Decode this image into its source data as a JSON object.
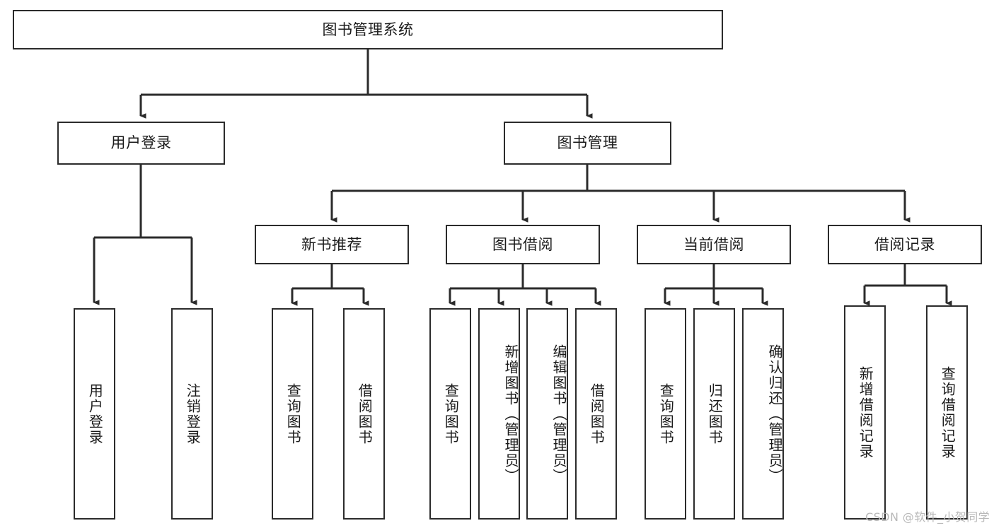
{
  "diagram": {
    "title": "图书管理系统",
    "type": "tree",
    "background_color": "#ffffff",
    "line_color": "#2b2b2b",
    "text_color": "#1a1a1a",
    "root": {
      "id": "root",
      "label": "图书管理系统",
      "orientation": "horizontal"
    },
    "level2": [
      {
        "id": "user-login",
        "label": "用户登录",
        "orientation": "horizontal"
      },
      {
        "id": "book-manage",
        "label": "图书管理",
        "orientation": "horizontal"
      }
    ],
    "level3": [
      {
        "id": "new-book-recommend",
        "label": "新书推荐",
        "orientation": "horizontal",
        "parent": "book-manage"
      },
      {
        "id": "book-borrow",
        "label": "图书借阅",
        "orientation": "horizontal",
        "parent": "book-manage"
      },
      {
        "id": "current-borrow",
        "label": "当前借阅",
        "orientation": "horizontal",
        "parent": "book-manage"
      },
      {
        "id": "borrow-record",
        "label": "借阅记录",
        "orientation": "horizontal",
        "parent": "book-manage"
      }
    ],
    "leaves": [
      {
        "id": "leaf-user-login",
        "label": "用户登录",
        "orientation": "vertical",
        "parent": "user-login"
      },
      {
        "id": "leaf-user-logout",
        "label": "注销登录",
        "orientation": "vertical",
        "parent": "user-login"
      },
      {
        "id": "leaf-query-book-1",
        "label": "查询图书",
        "orientation": "vertical",
        "parent": "new-book-recommend"
      },
      {
        "id": "leaf-borrow-book-1",
        "label": "借阅图书",
        "orientation": "vertical",
        "parent": "new-book-recommend"
      },
      {
        "id": "leaf-query-book-2",
        "label": "查询图书",
        "orientation": "vertical",
        "parent": "book-borrow"
      },
      {
        "id": "leaf-add-book",
        "label": "新增图书（管理员）",
        "orientation": "vertical",
        "parent": "book-borrow"
      },
      {
        "id": "leaf-edit-book",
        "label": "编辑图书（管理员）",
        "orientation": "vertical",
        "parent": "book-borrow"
      },
      {
        "id": "leaf-borrow-book-2",
        "label": "借阅图书",
        "orientation": "vertical",
        "parent": "book-borrow"
      },
      {
        "id": "leaf-query-book-3",
        "label": "查询图书",
        "orientation": "vertical",
        "parent": "current-borrow"
      },
      {
        "id": "leaf-return-book",
        "label": "归还图书",
        "orientation": "vertical",
        "parent": "current-borrow"
      },
      {
        "id": "leaf-confirm-return",
        "label": "确认归还（管理员）",
        "orientation": "vertical",
        "parent": "current-borrow"
      },
      {
        "id": "leaf-add-record",
        "label": "新增借阅记录",
        "orientation": "vertical",
        "parent": "borrow-record"
      },
      {
        "id": "leaf-query-record",
        "label": "查询借阅记录",
        "orientation": "vertical",
        "parent": "borrow-record"
      }
    ]
  },
  "watermark": {
    "text": "CSDN @软件_小贺同学"
  }
}
